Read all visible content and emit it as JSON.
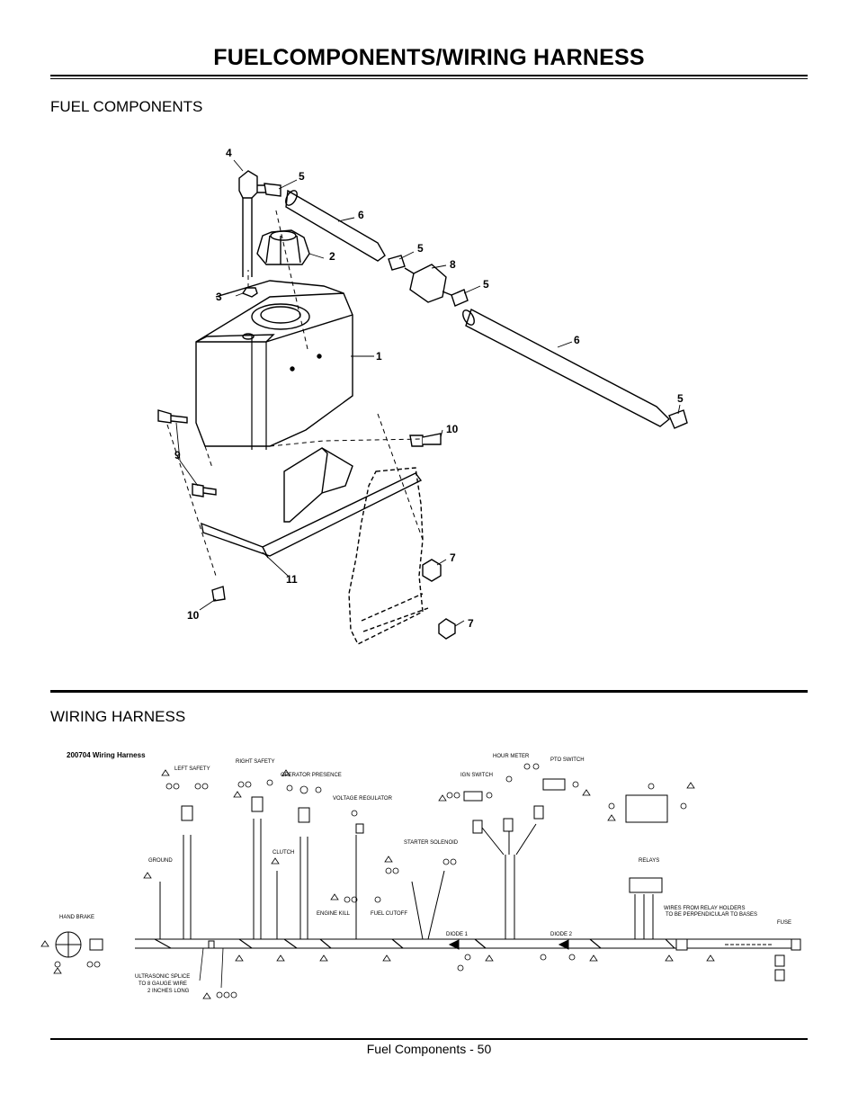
{
  "page_title": "FUELCOMPONENTS/WIRING HARNESS",
  "sections": {
    "fuel_components": "FUEL COMPONENTS",
    "wiring_harness": "WIRING HARNESS"
  },
  "fuel_callouts": {
    "c1": "1",
    "c2": "2",
    "c3": "3",
    "c4": "4",
    "c5a": "5",
    "c5b": "5",
    "c5c": "5",
    "c5d": "5",
    "c6a": "6",
    "c6b": "6",
    "c7a": "7",
    "c7b": "7",
    "c8": "8",
    "c9": "9",
    "c10a": "10",
    "c10b": "10",
    "c11": "11"
  },
  "harness": {
    "title": "200704 Wiring Harness",
    "left_safety": "LEFT SAFETY",
    "right_safety": "RIGHT SAFETY",
    "operator_presence": "OPERATOR PRESENCE",
    "voltage_regulator": "VOLTAGE REGULATOR",
    "ign_switch": "IGN SWITCH",
    "hour_meter": "HOUR METER",
    "pto_switch": "PTO SWITCH",
    "ground": "GROUND",
    "clutch": "CLUTCH",
    "starter_solenoid": "STARTER SOLENOID",
    "relays": "RELAYS",
    "hand_brake": "HAND BRAKE",
    "engine_kill": "ENGINE KILL",
    "fuel_cutoff": "FUEL CUTOFF",
    "diode_1": "DIODE 1",
    "diode_2": "DIODE 2",
    "fuse": "FUSE",
    "splice_1": "ULTRASONIC SPLICE",
    "splice_2": "TO 8 GAUGE WIRE",
    "splice_3": "2 INCHES LONG",
    "relay_note_1": "WIRES FROM RELAY HOLDERS",
    "relay_note_2": "TO BE PERPENDICULAR TO BASES"
  },
  "footer": "Fuel Components - 50"
}
